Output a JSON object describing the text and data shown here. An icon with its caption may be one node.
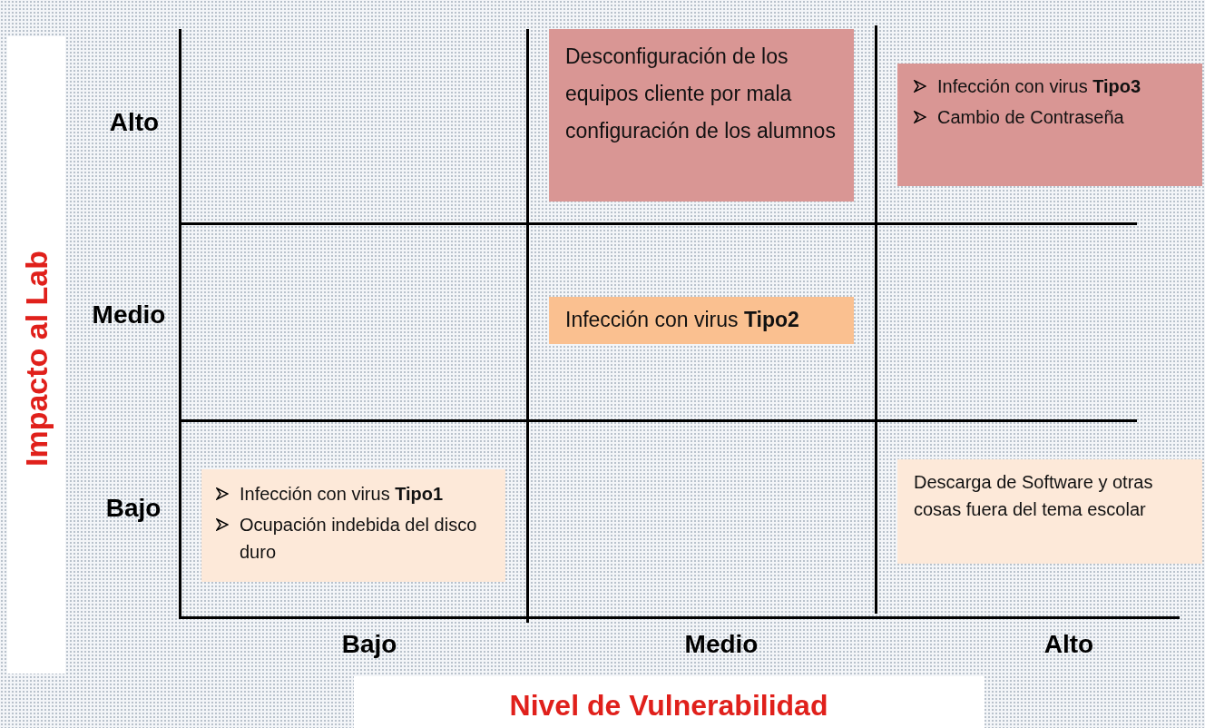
{
  "diagram": {
    "nodes": [
      {
        "text": [
          "Desconfiguración de los equipos cliente por mala configuración de los alumnos"
        ]
      },
      {
        "text": [
          "Infección con virus **Tipo3**",
          "Cambio de Contraseña"
        ]
      },
      {
        "text": [
          "Infección con virus **Tipo2**"
        ]
      },
      {
        "text": [
          "Infección con virus **Tipo1**",
          "Ocupación indebida del disco duro"
        ]
      },
      {
        "text": [
          "Descarga de Software y otras cosas fuera del tema escolar"
        ]
      }
    ],
    "edges": [],
    "labels": [
      "Impacto al Lab",
      "Alto",
      "Medio",
      "Bajo",
      "Bajo",
      "Medio",
      "Alto",
      "Nivel de Vulnerabilidad"
    ]
  }
}
